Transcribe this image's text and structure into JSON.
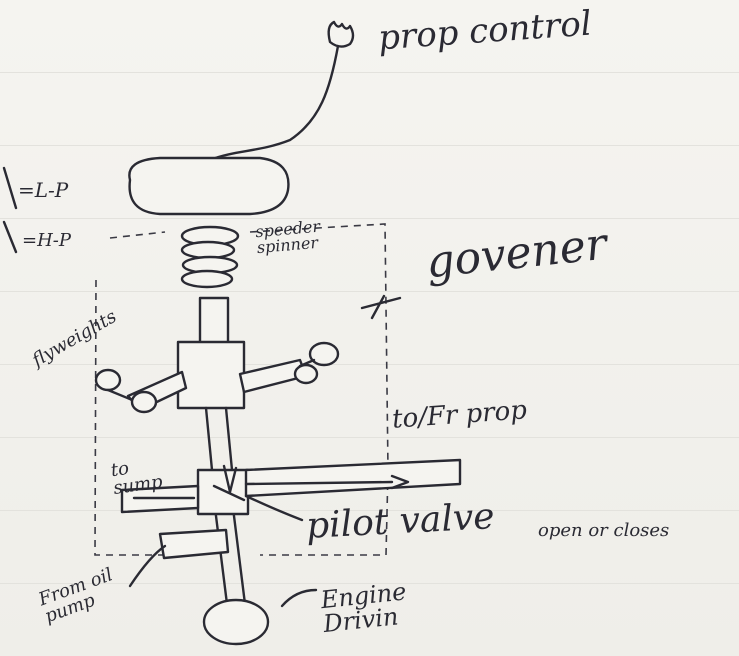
{
  "labels": {
    "prop_control": "prop control",
    "governor": "govener",
    "speeder_spring": "speeder spinner",
    "flyweights": "flyweights",
    "low_pitch": "=L-P",
    "high_pitch": "=H-P",
    "to_prop": "to/Fr prop",
    "to_sump": "to sump",
    "pilot_valve": "pilot valve",
    "pilot_valve_note": "open or closes",
    "from_oil_pump": "From oil pump",
    "engine_driven": "Engine Drivin"
  }
}
